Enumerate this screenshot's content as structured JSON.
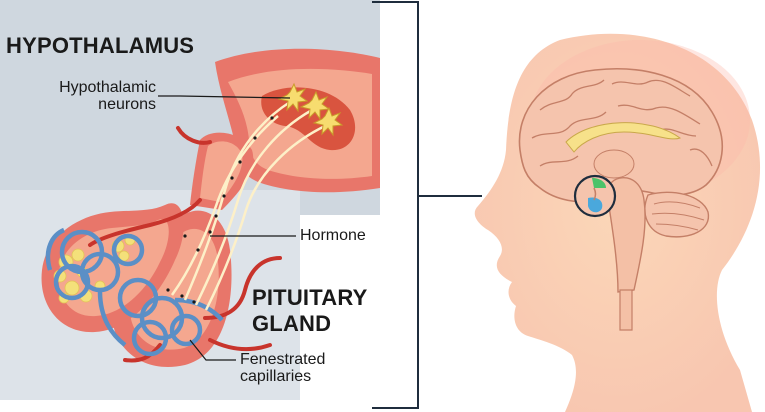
{
  "labels": {
    "hypothalamus": "HYPOTHALAMUS",
    "neurons_line1": "Hypothalamic",
    "neurons_line2": "neurons",
    "hormone": "Hormone",
    "pituitary_line1": "PITUITARY",
    "pituitary_line2": "GLAND",
    "capillaries_line1": "Fenestrated",
    "capillaries_line2": "capillaries"
  },
  "colors": {
    "panel_bg": "#cfd7df",
    "flesh_outer": "#e8766a",
    "flesh_inner": "#f4a78f",
    "nucleus": "#d9543f",
    "capillary_blue": "#5b8fc6",
    "vessel_red": "#c8342c",
    "neuron_yellow": "#f7dc6f",
    "fat_yellow": "#f4e07a",
    "head_skin": "#fbd2b4",
    "brain_fill": "#f5c4ad",
    "brain_line": "#c47f67",
    "bracket": "#1f2d3d",
    "highlight_green": "#4cc36a",
    "highlight_blue": "#4aa8dc"
  }
}
